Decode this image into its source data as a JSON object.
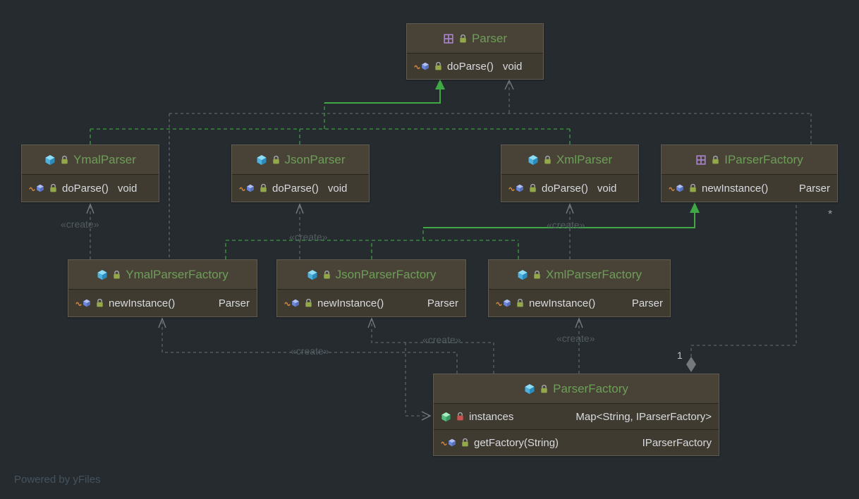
{
  "watermark": "Powered by yFiles",
  "labels": {
    "create": "«create»",
    "one": "1",
    "star": "*"
  },
  "colors": {
    "background": "#252b2f",
    "node_header": "#494337",
    "node_body": "#403b31",
    "class_name_green": "#6d9e58",
    "member_text": "#d8dade",
    "edge_green": "#3fa844",
    "edge_gray": "#5d6367",
    "private_lock_red": "#c75450",
    "public_lock_green": "#93a848"
  },
  "icons": {
    "interface": "interface-grid-icon",
    "class": "class-cube-icon",
    "method": "method-icon",
    "field": "field-cube-icon",
    "lock": "lock-icon"
  },
  "classes": {
    "parser": {
      "kind": "interface",
      "name": "Parser",
      "members": {
        "m0": {
          "name": "doParse()",
          "type": "void"
        }
      }
    },
    "ymalParser": {
      "kind": "class",
      "name": "YmalParser",
      "members": {
        "m0": {
          "name": "doParse()",
          "type": "void"
        }
      }
    },
    "jsonParser": {
      "kind": "class",
      "name": "JsonParser",
      "members": {
        "m0": {
          "name": "doParse()",
          "type": "void"
        }
      }
    },
    "xmlParser": {
      "kind": "class",
      "name": "XmlParser",
      "members": {
        "m0": {
          "name": "doParse()",
          "type": "void"
        }
      }
    },
    "iParserFactory": {
      "kind": "interface",
      "name": "IParserFactory",
      "members": {
        "m0": {
          "name": "newInstance()",
          "type": "Parser"
        }
      }
    },
    "ymalParserFactory": {
      "kind": "class",
      "name": "YmalParserFactory",
      "members": {
        "m0": {
          "name": "newInstance()",
          "type": "Parser"
        }
      }
    },
    "jsonParserFactory": {
      "kind": "class",
      "name": "JsonParserFactory",
      "members": {
        "m0": {
          "name": "newInstance()",
          "type": "Parser"
        }
      }
    },
    "xmlParserFactory": {
      "kind": "class",
      "name": "XmlParserFactory",
      "members": {
        "m0": {
          "name": "newInstance()",
          "type": "Parser"
        }
      }
    },
    "parserFactory": {
      "kind": "class",
      "name": "ParserFactory",
      "members": {
        "f0": {
          "name": "instances",
          "type": "Map<String, IParserFactory>"
        },
        "m0": {
          "name": "getFactory(String)",
          "type": "IParserFactory"
        }
      }
    }
  }
}
